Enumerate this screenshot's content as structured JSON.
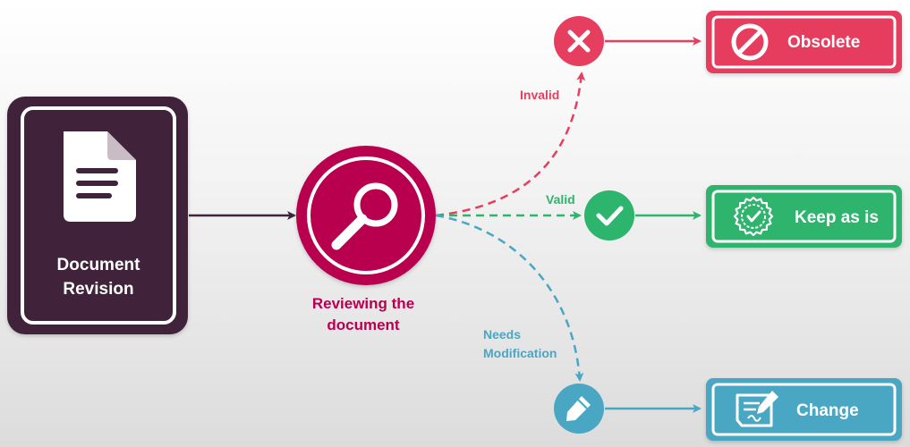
{
  "source": {
    "label_line1": "Document",
    "label_line2": "Revision",
    "icon": "document-icon",
    "color": "#40233a"
  },
  "review": {
    "label_line1": "Reviewing the",
    "label_line2": "document",
    "icon": "magnifier-icon",
    "color": "#b8004f"
  },
  "branches": {
    "invalid": {
      "edge_label": "Invalid",
      "node_icon": "x-icon",
      "outcome_label": "Obsolete",
      "outcome_icon": "no-entry-icon",
      "color": "#e63e5e"
    },
    "valid": {
      "edge_label": "Valid",
      "node_icon": "check-icon",
      "outcome_label": "Keep as is",
      "outcome_icon": "certified-badge-icon",
      "color": "#2db46d"
    },
    "modify": {
      "edge_label_line1": "Needs",
      "edge_label_line2": "Modification",
      "node_icon": "pencil-icon",
      "outcome_label": "Change",
      "outcome_icon": "document-edit-icon",
      "color": "#4aa7c3"
    }
  }
}
